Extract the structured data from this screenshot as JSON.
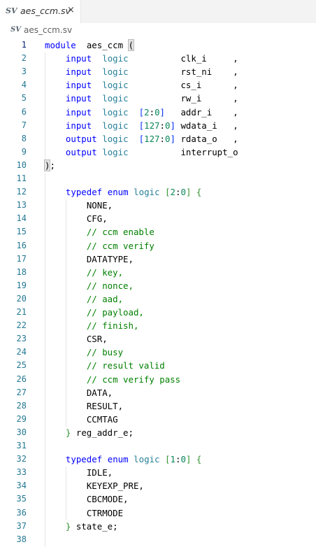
{
  "tab": {
    "icon": "SV",
    "filename": "aes_ccm.sv",
    "close": "×"
  },
  "breadcrumb": {
    "icon": "SV",
    "filename": "aes_ccm.sv"
  },
  "lines": [
    {
      "n": "1",
      "tokens": [
        [
          "kw",
          "module"
        ],
        [
          "",
          "aes_ccm"
        ],
        [
          "br",
          "("
        ]
      ]
    },
    {
      "n": "2",
      "tokens": [
        [
          "kw",
          "input"
        ],
        [
          "tp",
          "logic"
        ],
        [
          "",
          "clk_i"
        ],
        [
          "",
          ","
        ]
      ]
    },
    {
      "n": "3",
      "tokens": [
        [
          "kw",
          "input"
        ],
        [
          "tp",
          "logic"
        ],
        [
          "",
          "rst_ni"
        ],
        [
          "",
          ","
        ]
      ]
    },
    {
      "n": "4",
      "tokens": [
        [
          "kw",
          "input"
        ],
        [
          "tp",
          "logic"
        ],
        [
          "",
          "cs_i"
        ],
        [
          "",
          ","
        ]
      ]
    },
    {
      "n": "5",
      "tokens": [
        [
          "kw",
          "input"
        ],
        [
          "tp",
          "logic"
        ],
        [
          "",
          "rw_i"
        ],
        [
          "",
          ","
        ]
      ]
    },
    {
      "n": "6",
      "tokens": [
        [
          "kw",
          "input"
        ],
        [
          "tp",
          "logic"
        ],
        [
          "br2",
          "["
        ],
        [
          "nm",
          "2"
        ],
        [
          "",
          ":"
        ],
        [
          "nm",
          "0"
        ],
        [
          "br2",
          "]"
        ],
        [
          "",
          "addr_i"
        ],
        [
          "",
          ","
        ]
      ]
    },
    {
      "n": "7",
      "tokens": [
        [
          "kw",
          "input"
        ],
        [
          "tp",
          "logic"
        ],
        [
          "br2",
          "["
        ],
        [
          "nm",
          "127"
        ],
        [
          "",
          ":"
        ],
        [
          "nm",
          "0"
        ],
        [
          "br2",
          "]"
        ],
        [
          "",
          "wdata_i"
        ],
        [
          "",
          ","
        ]
      ]
    },
    {
      "n": "8",
      "tokens": [
        [
          "kw",
          "output"
        ],
        [
          "tp",
          "logic"
        ],
        [
          "br2",
          "["
        ],
        [
          "nm",
          "127"
        ],
        [
          "",
          ":"
        ],
        [
          "nm",
          "0"
        ],
        [
          "br2",
          "]"
        ],
        [
          "",
          "rdata_o"
        ],
        [
          "",
          ","
        ]
      ]
    },
    {
      "n": "9",
      "tokens": [
        [
          "kw",
          "output"
        ],
        [
          "tp",
          "logic"
        ],
        [
          "",
          "interrupt_o"
        ]
      ]
    },
    {
      "n": "10",
      "tokens": [
        [
          "br",
          ")"
        ],
        [
          "",
          ";"
        ]
      ]
    },
    {
      "n": "11",
      "tokens": []
    },
    {
      "n": "12",
      "tokens": [
        [
          "kw",
          "typedef"
        ],
        [
          "kw",
          "enum"
        ],
        [
          "tp",
          "logic"
        ],
        [
          "br3",
          "["
        ],
        [
          "nm",
          "2"
        ],
        [
          "",
          ":"
        ],
        [
          "nm",
          "0"
        ],
        [
          "br3",
          "]"
        ],
        [
          "br3",
          "{"
        ]
      ]
    },
    {
      "n": "13",
      "tokens": [
        [
          "",
          "NONE,"
        ]
      ]
    },
    {
      "n": "14",
      "tokens": [
        [
          "",
          "CFG,"
        ]
      ]
    },
    {
      "n": "15",
      "tokens": [
        [
          "cm",
          "// ccm enable"
        ]
      ]
    },
    {
      "n": "16",
      "tokens": [
        [
          "cm",
          "// ccm verify"
        ]
      ]
    },
    {
      "n": "17",
      "tokens": [
        [
          "",
          "DATATYPE,"
        ]
      ]
    },
    {
      "n": "18",
      "tokens": [
        [
          "cm",
          "// key,"
        ]
      ]
    },
    {
      "n": "19",
      "tokens": [
        [
          "cm",
          "// nonce,"
        ]
      ]
    },
    {
      "n": "20",
      "tokens": [
        [
          "cm",
          "// aad,"
        ]
      ]
    },
    {
      "n": "21",
      "tokens": [
        [
          "cm",
          "// payload,"
        ]
      ]
    },
    {
      "n": "22",
      "tokens": [
        [
          "cm",
          "// finish,"
        ]
      ]
    },
    {
      "n": "23",
      "tokens": [
        [
          "",
          "CSR,"
        ]
      ]
    },
    {
      "n": "24",
      "tokens": [
        [
          "cm",
          "// busy"
        ]
      ]
    },
    {
      "n": "25",
      "tokens": [
        [
          "cm",
          "// result valid"
        ]
      ]
    },
    {
      "n": "26",
      "tokens": [
        [
          "cm",
          "// ccm verify pass"
        ]
      ]
    },
    {
      "n": "27",
      "tokens": [
        [
          "",
          "DATA,"
        ]
      ]
    },
    {
      "n": "28",
      "tokens": [
        [
          "",
          "RESULT,"
        ]
      ]
    },
    {
      "n": "29",
      "tokens": [
        [
          "",
          "CCMTAG"
        ]
      ]
    },
    {
      "n": "30",
      "tokens": [
        [
          "br3",
          "}"
        ],
        [
          "",
          "reg_addr_e;"
        ]
      ]
    },
    {
      "n": "31",
      "tokens": []
    },
    {
      "n": "32",
      "tokens": [
        [
          "kw",
          "typedef"
        ],
        [
          "kw",
          "enum"
        ],
        [
          "tp",
          "logic"
        ],
        [
          "br3",
          "["
        ],
        [
          "nm",
          "1"
        ],
        [
          "",
          ":"
        ],
        [
          "nm",
          "0"
        ],
        [
          "br3",
          "]"
        ],
        [
          "br3",
          "{"
        ]
      ]
    },
    {
      "n": "33",
      "tokens": [
        [
          "",
          "IDLE,"
        ]
      ]
    },
    {
      "n": "34",
      "tokens": [
        [
          "",
          "KEYEXP_PRE,"
        ]
      ]
    },
    {
      "n": "35",
      "tokens": [
        [
          "",
          "CBCMODE,"
        ]
      ]
    },
    {
      "n": "36",
      "tokens": [
        [
          "",
          "CTRMODE"
        ]
      ]
    },
    {
      "n": "37",
      "tokens": [
        [
          "br3",
          "}"
        ],
        [
          "",
          "state_e;"
        ]
      ]
    },
    {
      "n": "38",
      "tokens": []
    }
  ],
  "colors": {
    "keyword": "#0000ff",
    "type": "#267f99",
    "number": "#098658",
    "comment": "#008000",
    "line_number": "#237893"
  }
}
